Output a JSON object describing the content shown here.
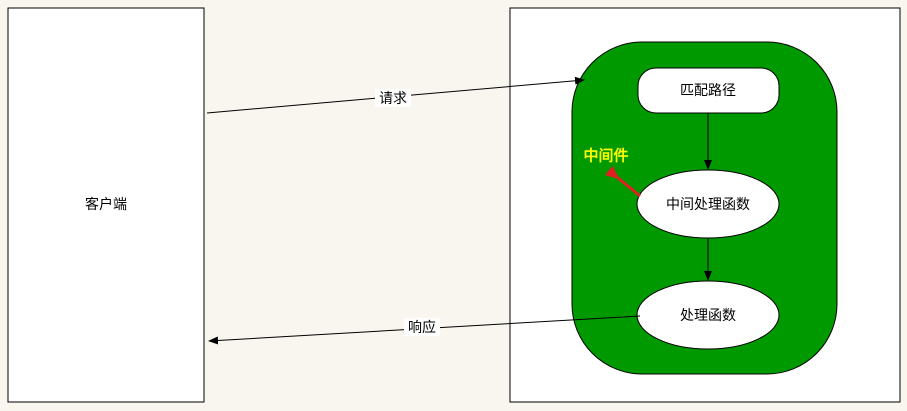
{
  "client": {
    "label": "客户端"
  },
  "server": {
    "nodes": {
      "match_path": "匹配路径",
      "middleware_handler": "中间处理函数",
      "handler": "处理函数"
    },
    "middleware_label": "中间件"
  },
  "arrows": {
    "request_label": "请求",
    "response_label": "响应"
  },
  "colors": {
    "background": "#f9f6f0",
    "box_border": "#000000",
    "server_group_fill": "#009900",
    "highlight_text": "#ffff00",
    "pointer_arrow": "#e02020"
  }
}
